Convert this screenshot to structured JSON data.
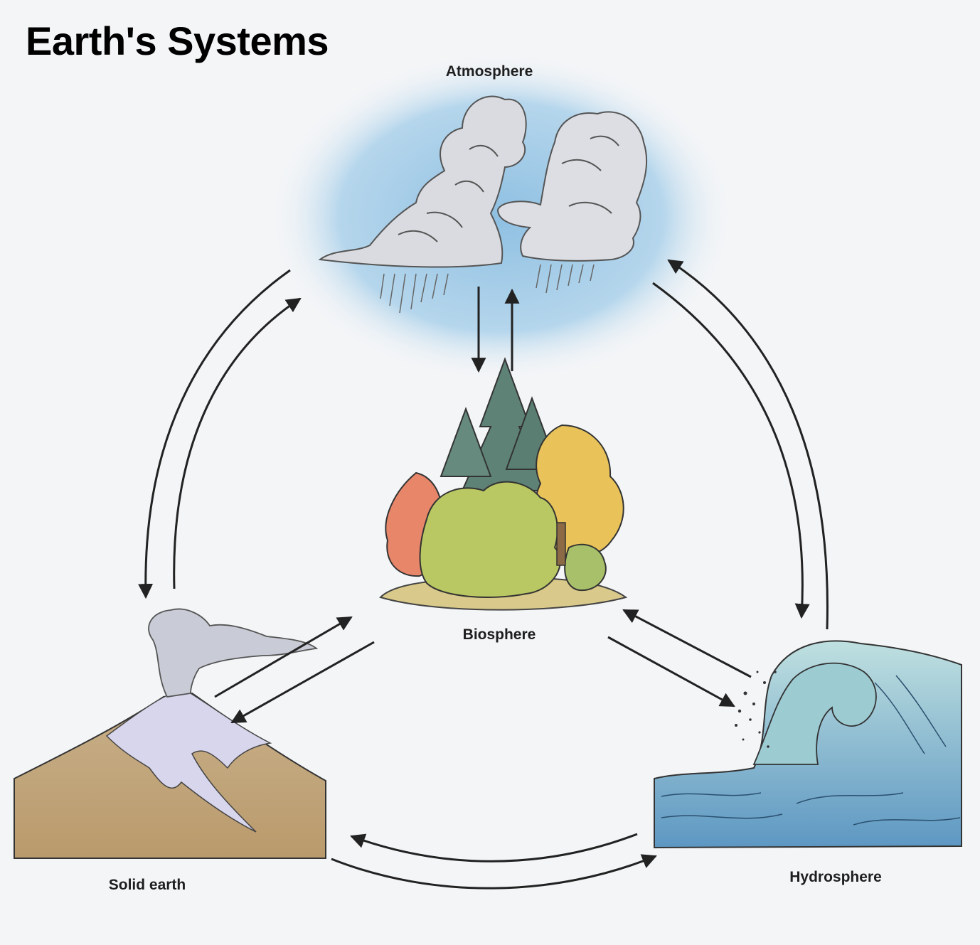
{
  "title": "Earth's Systems",
  "nodes": {
    "atmosphere": "Atmosphere",
    "biosphere": "Biosphere",
    "solid_earth": "Solid earth",
    "hydrosphere": "Hydrosphere"
  },
  "colors": {
    "sky": "#a9cde6",
    "cloud": "#d9dbe0",
    "arrow": "#222222",
    "conifer": "#5e8276",
    "autumn_red": "#e8866a",
    "autumn_yellow": "#e9c35a",
    "foliage_green": "#b9c862",
    "mountain": "#c2a27a",
    "snow": "#d8d6ec",
    "water": "#7fb1c6"
  }
}
